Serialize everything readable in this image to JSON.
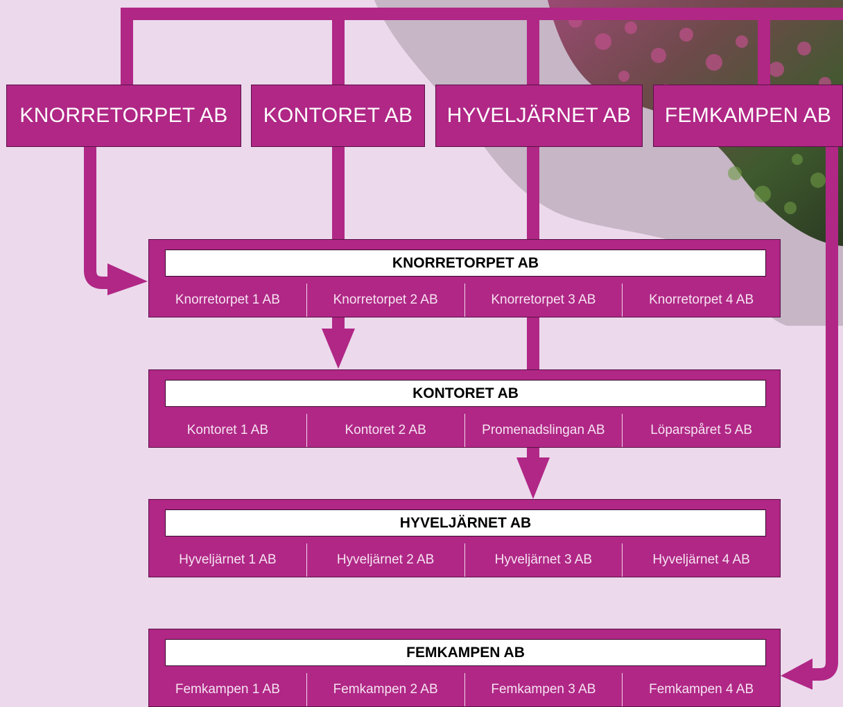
{
  "colors": {
    "brand": "#b02786",
    "background": "#ecd9ec",
    "title_bg": "#ffffff"
  },
  "top_companies": [
    {
      "label": "KNORRETORPET AB"
    },
    {
      "label": "KONTORET AB"
    },
    {
      "label": "HYVELJÄRNET AB"
    },
    {
      "label": "FEMKAMPEN AB"
    }
  ],
  "groups": [
    {
      "title": "KNORRETORPET AB",
      "subsidiaries": [
        "Knorretorpet 1 AB",
        "Knorretorpet 2 AB",
        "Knorretorpet 3 AB",
        "Knorretorpet 4 AB"
      ]
    },
    {
      "title": "KONTORET AB",
      "subsidiaries": [
        "Kontoret 1 AB",
        "Kontoret 2 AB",
        "Promenadslingan AB",
        "Löparspåret 5 AB"
      ]
    },
    {
      "title": "HYVELJÄRNET AB",
      "subsidiaries": [
        "Hyveljärnet 1 AB",
        "Hyveljärnet 2 AB",
        "Hyveljärnet 3 AB",
        "Hyveljärnet 4 AB"
      ]
    },
    {
      "title": "FEMKAMPEN AB",
      "subsidiaries": [
        "Femkampen 1 AB",
        "Femkampen 2 AB",
        "Femkampen 3 AB",
        "Femkampen 4 AB"
      ]
    }
  ]
}
